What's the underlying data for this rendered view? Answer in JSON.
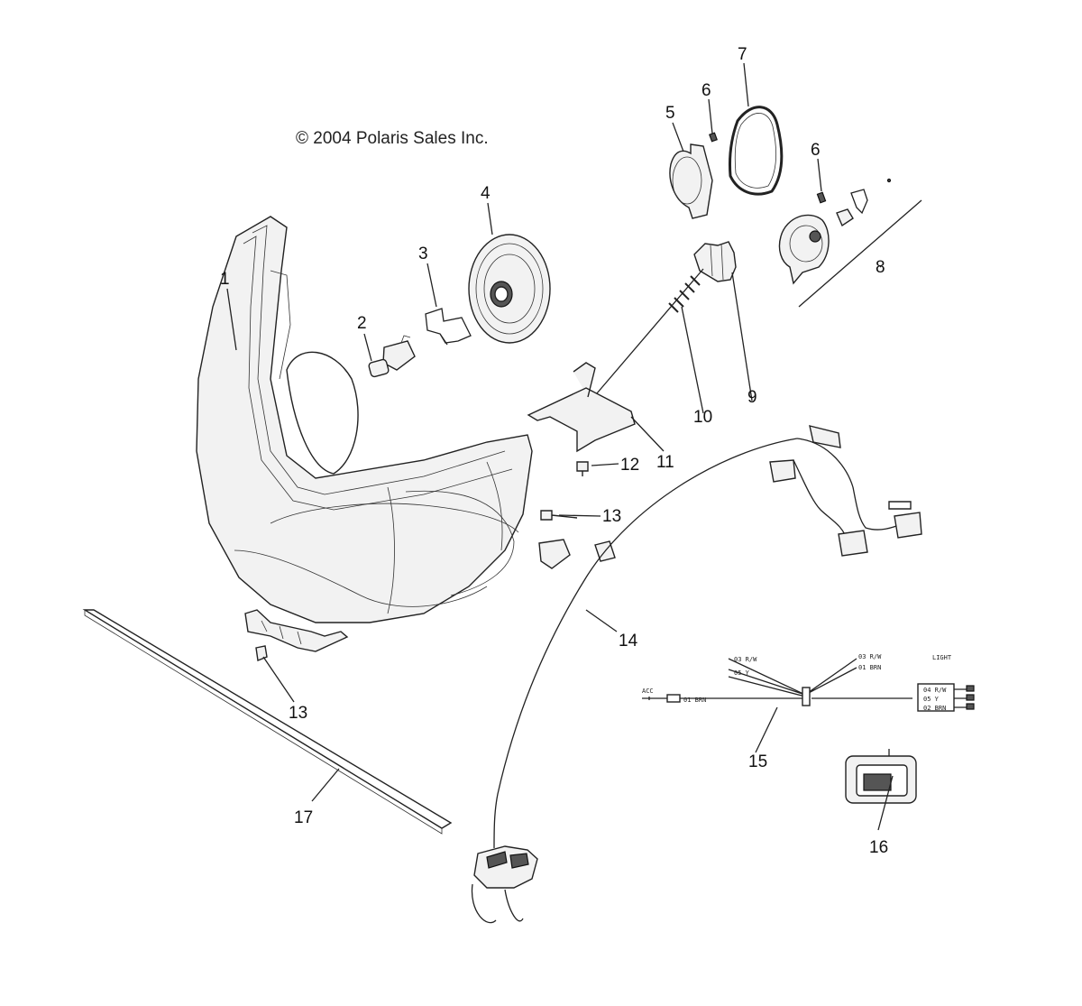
{
  "copyright": "© 2004 Polaris Sales Inc.",
  "callouts": [
    "1",
    "2",
    "3",
    "4",
    "5",
    "6",
    "7",
    "6",
    "8",
    "9",
    "10",
    "11",
    "12",
    "13",
    "13",
    "14",
    "15",
    "16",
    "17"
  ],
  "harness_labels": {
    "left_top": "03 R/W",
    "left_mid": "05 Y",
    "left_lower": "01 BRN",
    "left_plug": "ACC",
    "right_top": "03 R/W",
    "right_mid": "01 BRN",
    "right_tag": "LIGHT",
    "end_1": "04 R/W",
    "end_2": "05 Y",
    "end_3": "02 BRN"
  }
}
